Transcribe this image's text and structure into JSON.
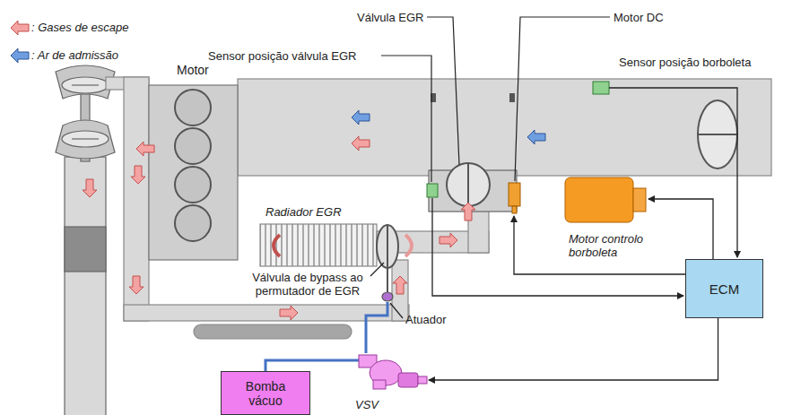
{
  "diagram": {
    "nodes": [
      {
        "text": [
          "ECM"
        ]
      },
      {
        "text": [
          "Bomba vácuo"
        ]
      },
      {
        "text": [
          "VSV"
        ]
      }
    ],
    "edges": [
      {
        "from": 0,
        "to": 2,
        "arrow": "to"
      },
      {
        "from": 1,
        "to": 2,
        "arrow": "none"
      }
    ],
    "labels": [
      "Motor",
      "Válvula EGR",
      "Motor DC",
      "Sensor posição válvula EGR",
      "Sensor posição borboleta",
      "Radiador EGR",
      "Motor controlo borboleta",
      "Válvula de bypass ao permutador de EGR",
      "Atuador"
    ],
    "legend": [
      {
        "text": ": Gases de escape"
      },
      {
        "text": ": Ar de admissão"
      }
    ]
  }
}
